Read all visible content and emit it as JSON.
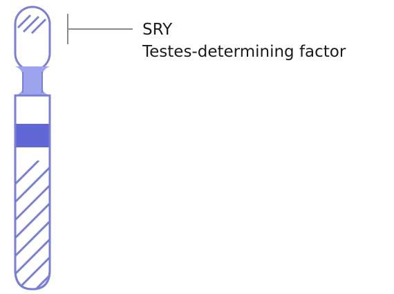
{
  "diagram": {
    "gene_label": {
      "symbol": "SRY",
      "name": "Testes-determining factor"
    },
    "colors": {
      "outline": "#7a7fd6",
      "centromere_fill": "#9ea3ee",
      "dark_band": "#6267d6",
      "hatch": "#7a7fd6",
      "pointer_line": "#8a8a8a",
      "background": "#ffffff"
    },
    "chromosome": {
      "bands": [
        {
          "region": "short-arm-tip",
          "pattern": "hatched"
        },
        {
          "region": "short-arm",
          "pattern": "plain"
        },
        {
          "region": "centromere",
          "pattern": "solid-light"
        },
        {
          "region": "long-arm-upper",
          "pattern": "plain"
        },
        {
          "region": "long-arm-band",
          "pattern": "solid-dark"
        },
        {
          "region": "long-arm-middle",
          "pattern": "plain"
        },
        {
          "region": "long-arm-heterochromatin",
          "pattern": "hatched"
        }
      ]
    }
  }
}
